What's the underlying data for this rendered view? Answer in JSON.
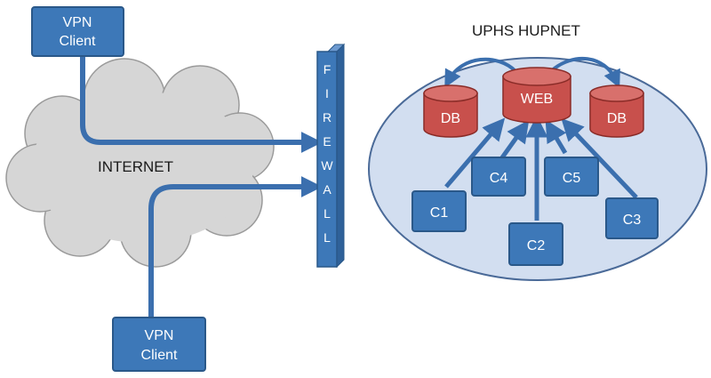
{
  "network_title": "UPHS HUPNET",
  "internet_label": "INTERNET",
  "firewall_label": "FIREWALL",
  "vpn_client_top": {
    "line1": "VPN",
    "line2": "Client"
  },
  "vpn_client_bottom": {
    "line1": "VPN",
    "line2": "Client"
  },
  "servers": {
    "web": "WEB",
    "db_left": "DB",
    "db_right": "DB"
  },
  "clients": {
    "c1": "C1",
    "c2": "C2",
    "c3": "C3",
    "c4": "C4",
    "c5": "C5"
  },
  "colors": {
    "box_fill": "#3d78b8",
    "box_stroke": "#2a5889",
    "cylinder_fill": "#c8504c",
    "cylinder_stroke": "#8a2c28",
    "cloud_fill": "#d6d6d6",
    "ellipse_fill": "#d2def0",
    "arrow": "#3b6fae"
  }
}
